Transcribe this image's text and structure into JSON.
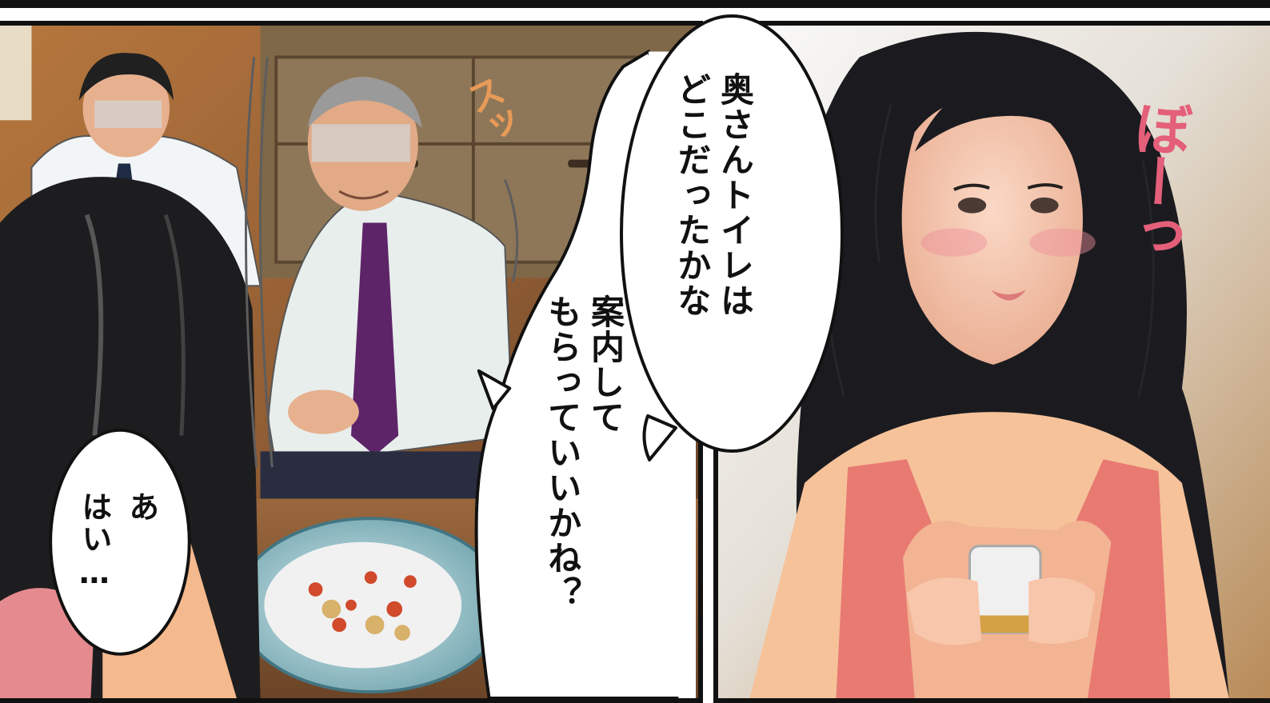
{
  "panels": {
    "left": {
      "sfx": "スッ",
      "bubble_small": "あ\nはい…",
      "bubble_main": "案内して\nもらっていいかね？"
    },
    "right": {
      "sfx": "ぼーっ"
    }
  },
  "shared_bubble": "奥さんトイレは\nどこだったかな",
  "colors": {
    "panel_border": "#111111",
    "sfx_left": "#e89a58",
    "sfx_right": "#e45f7a"
  }
}
